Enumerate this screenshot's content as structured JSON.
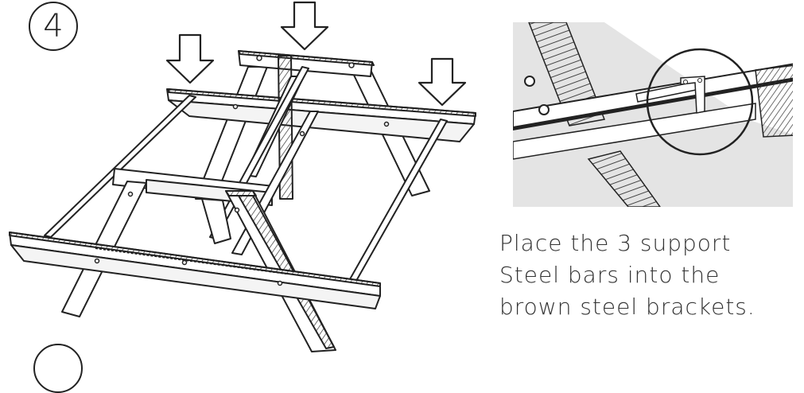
{
  "step": {
    "number": "4"
  },
  "instructions": {
    "line1": "Place the 3 support",
    "line2": "Steel bars into the",
    "line3": "brown steel brackets."
  },
  "colors": {
    "stroke": "#222222",
    "wood": "#8b5a2b",
    "detail_bg": "#ececec"
  },
  "icons": [
    "down-arrow-icon",
    "down-arrow-icon",
    "down-arrow-icon"
  ]
}
